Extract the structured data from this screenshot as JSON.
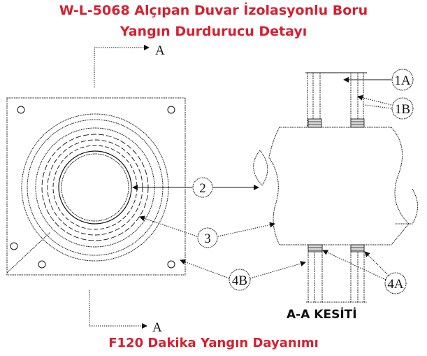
{
  "title": {
    "line1": "W-L-5068 Alçıpan Duvar İzolasyonlu Boru",
    "line2": "Yangın Durdurucu Detayı"
  },
  "footer": "F120 Dakika Yangın Dayanımı",
  "section_title": "A-A KESİTİ",
  "section_markers": {
    "top": "A",
    "bottom": "A"
  },
  "callouts": {
    "c1A": "1A",
    "c1B": "1B",
    "c2": "2",
    "c3": "3",
    "c4A": "4A",
    "c4B": "4B"
  },
  "colors": {
    "title": "#d71f2f",
    "line": "#111111"
  }
}
